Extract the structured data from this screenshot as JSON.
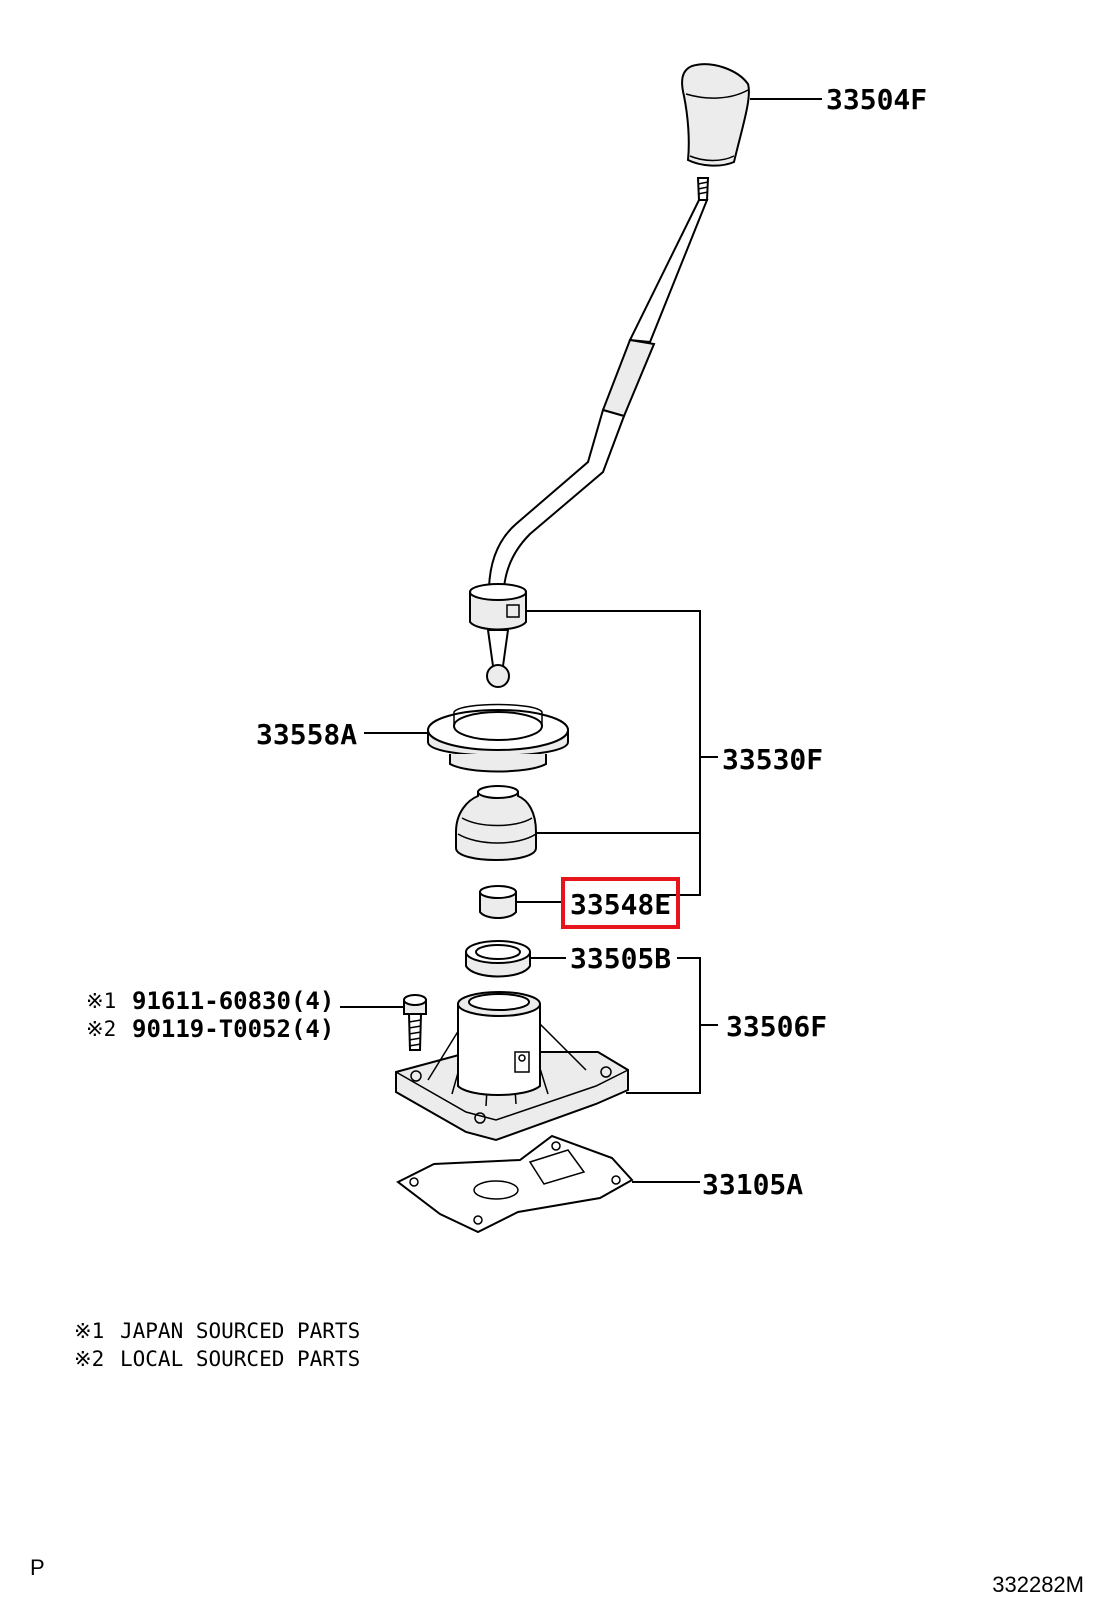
{
  "parts": [
    {
      "id": "p1",
      "label": "33504F"
    },
    {
      "id": "p2",
      "label": "33558A"
    },
    {
      "id": "p3",
      "label": "33530F"
    },
    {
      "id": "p4",
      "label": "33548E"
    },
    {
      "id": "p5",
      "label": "33505B"
    },
    {
      "id": "p6",
      "label": "33506F"
    },
    {
      "id": "p7",
      "label": "33105A"
    }
  ],
  "bolt_labels": [
    {
      "marker": "※1",
      "text": "91611-60830(4)"
    },
    {
      "marker": "※2",
      "text": "90119-T0052(4)"
    }
  ],
  "highlight": {
    "part": "33548E",
    "color": "#e8141c"
  },
  "notes": [
    {
      "marker": "※1",
      "text": "JAPAN SOURCED PARTS"
    },
    {
      "marker": "※2",
      "text": "LOCAL SOURCED PARTS"
    }
  ],
  "corner_left": "P",
  "figure_code": "332282M"
}
